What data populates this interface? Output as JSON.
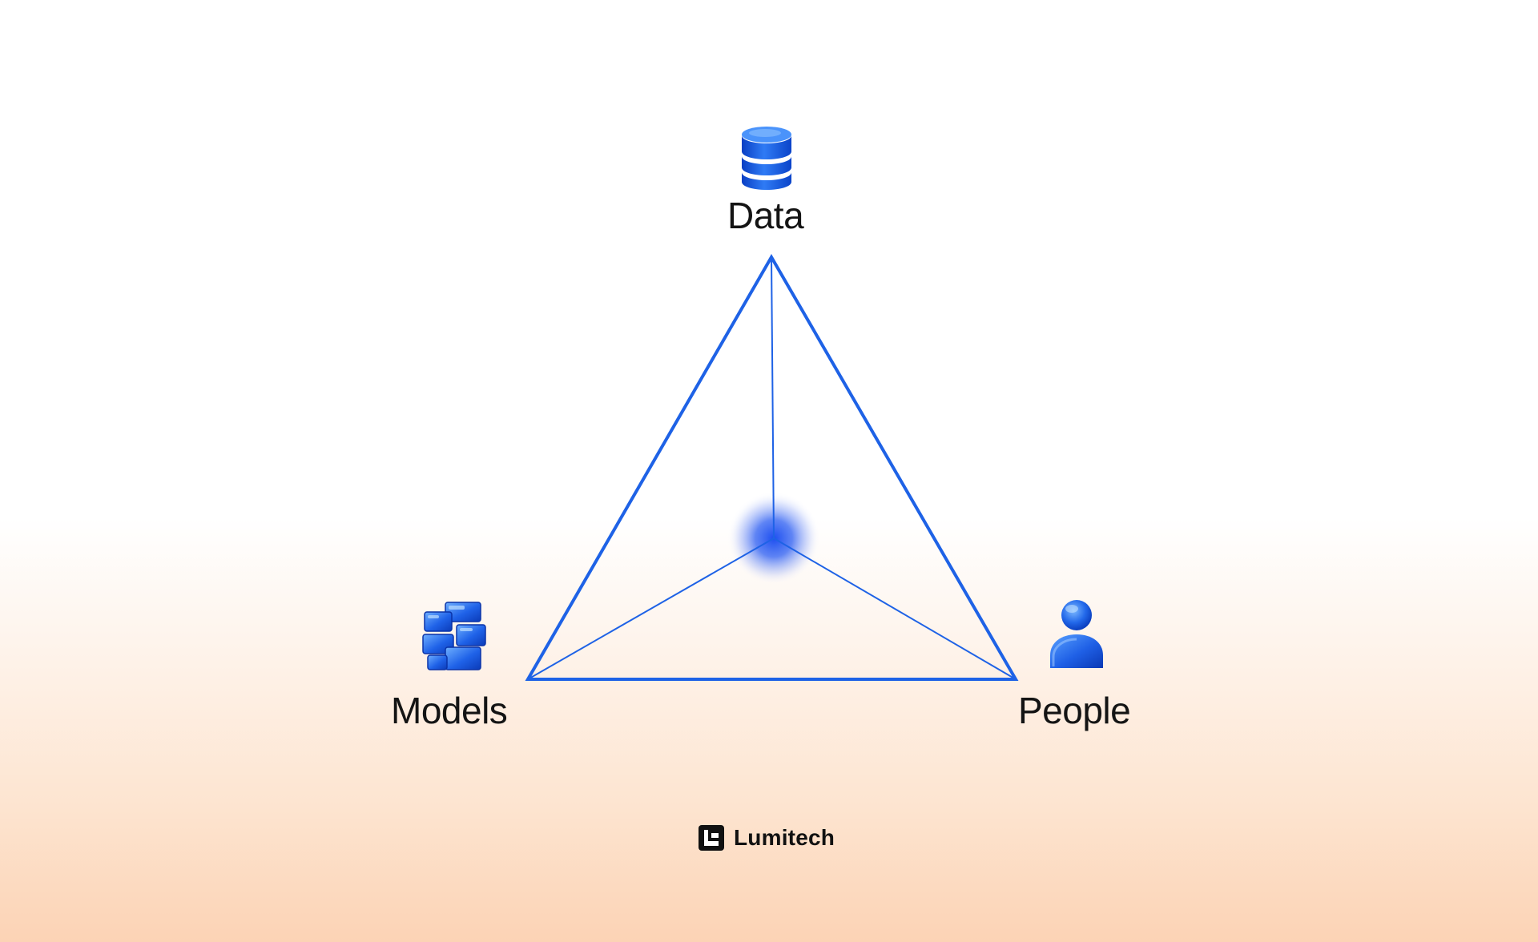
{
  "nodes": {
    "data": {
      "label": "Data",
      "icon": "database-icon"
    },
    "models": {
      "label": "Models",
      "icon": "cube-blocks-icon"
    },
    "people": {
      "label": "People",
      "icon": "person-icon"
    }
  },
  "brand": {
    "name": "Lumitech",
    "icon": "lumitech-logo-icon"
  },
  "colors": {
    "accent": "#1e62e6",
    "text": "#141414",
    "background_bottom": "#fcd3b5"
  }
}
